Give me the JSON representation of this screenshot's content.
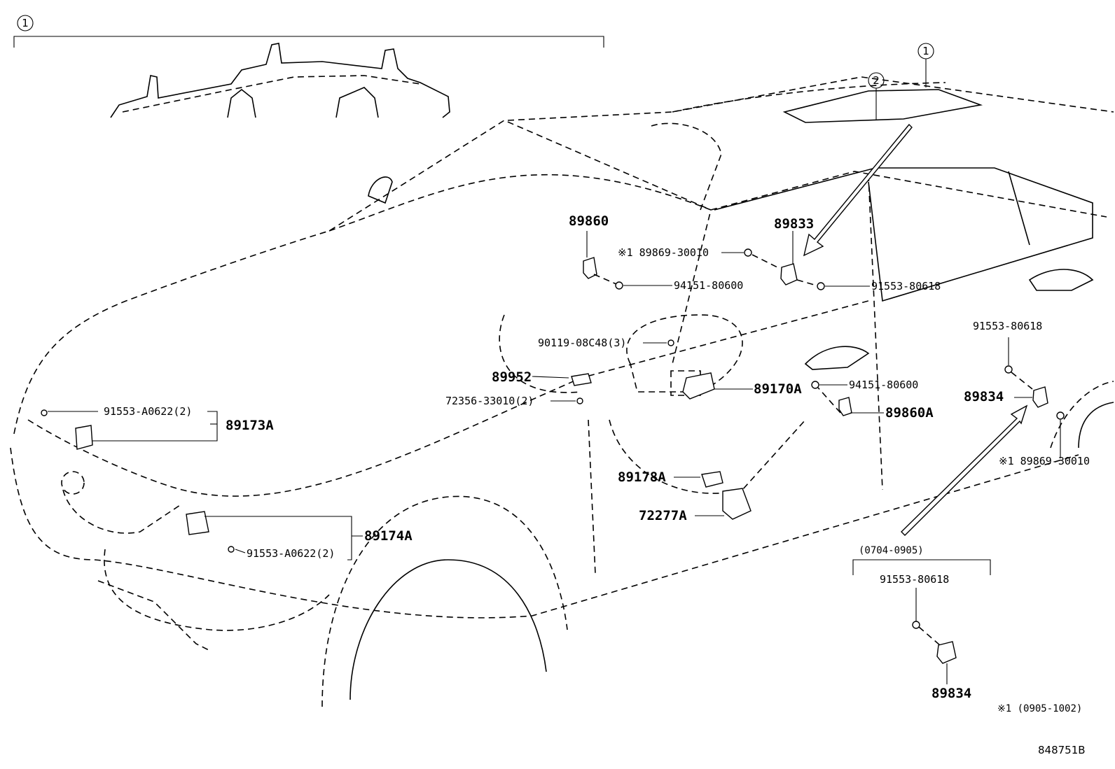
{
  "diagram": {
    "callouts": {
      "ref1_top": "1",
      "ref1_roof": "1",
      "ref2_roof": "2"
    },
    "labels": {
      "p89860": "89860",
      "p89833": "89833",
      "p89869_a": "※1 89869-30010",
      "p94151_a": "94151-80600",
      "p91553_80618_a": "91553-80618",
      "p90119": "90119-08C48(3)",
      "p89952": "89952",
      "p72356": "72356-33010(2)",
      "p89170A": "89170A",
      "p94151_b": "94151-80600",
      "p89860A": "89860A",
      "p91553_80618_b": "91553-80618",
      "p89834_a": "89834",
      "p89869_b": "※1 89869-30010",
      "p91553_A0622_a": "91553-A0622(2)",
      "p89173A": "89173A",
      "p89178A": "89178A",
      "p72277A": "72277A",
      "p89174A": "89174A",
      "p91553_A0622_b": "91553-A0622(2)",
      "range_0704": "(0704-0905)",
      "p91553_80618_c": "91553-80618",
      "p89834_b": "89834",
      "note1": "※1 (0905-1002)",
      "diagram_id": "848751B"
    }
  }
}
